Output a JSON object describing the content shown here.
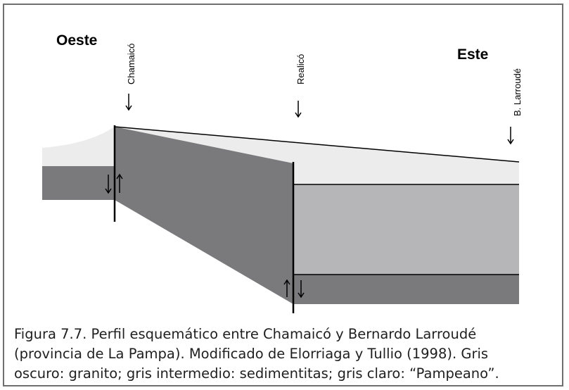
{
  "diagram": {
    "direction_west": "Oeste",
    "direction_east": "Este",
    "locality_1": "Chamaicó",
    "locality_2": "Realicó",
    "locality_3": "B. Larroudé",
    "colors": {
      "granite_dark": "#7a7a7c",
      "sediment_mid": "#b6b6b8",
      "pampeano_light": "#ececec",
      "lines": "#000000"
    }
  },
  "caption": {
    "line1": "Figura 7.7. Perfil esquemático entre Chamaicó y Bernardo Larroudé",
    "line2": "(provincia de La Pampa). Modificado de Elorriaga y Tullio (1998). Gris",
    "line3": "oscuro: granito; gris intermedio: sedimentitas; gris claro: “Pampeano”."
  }
}
